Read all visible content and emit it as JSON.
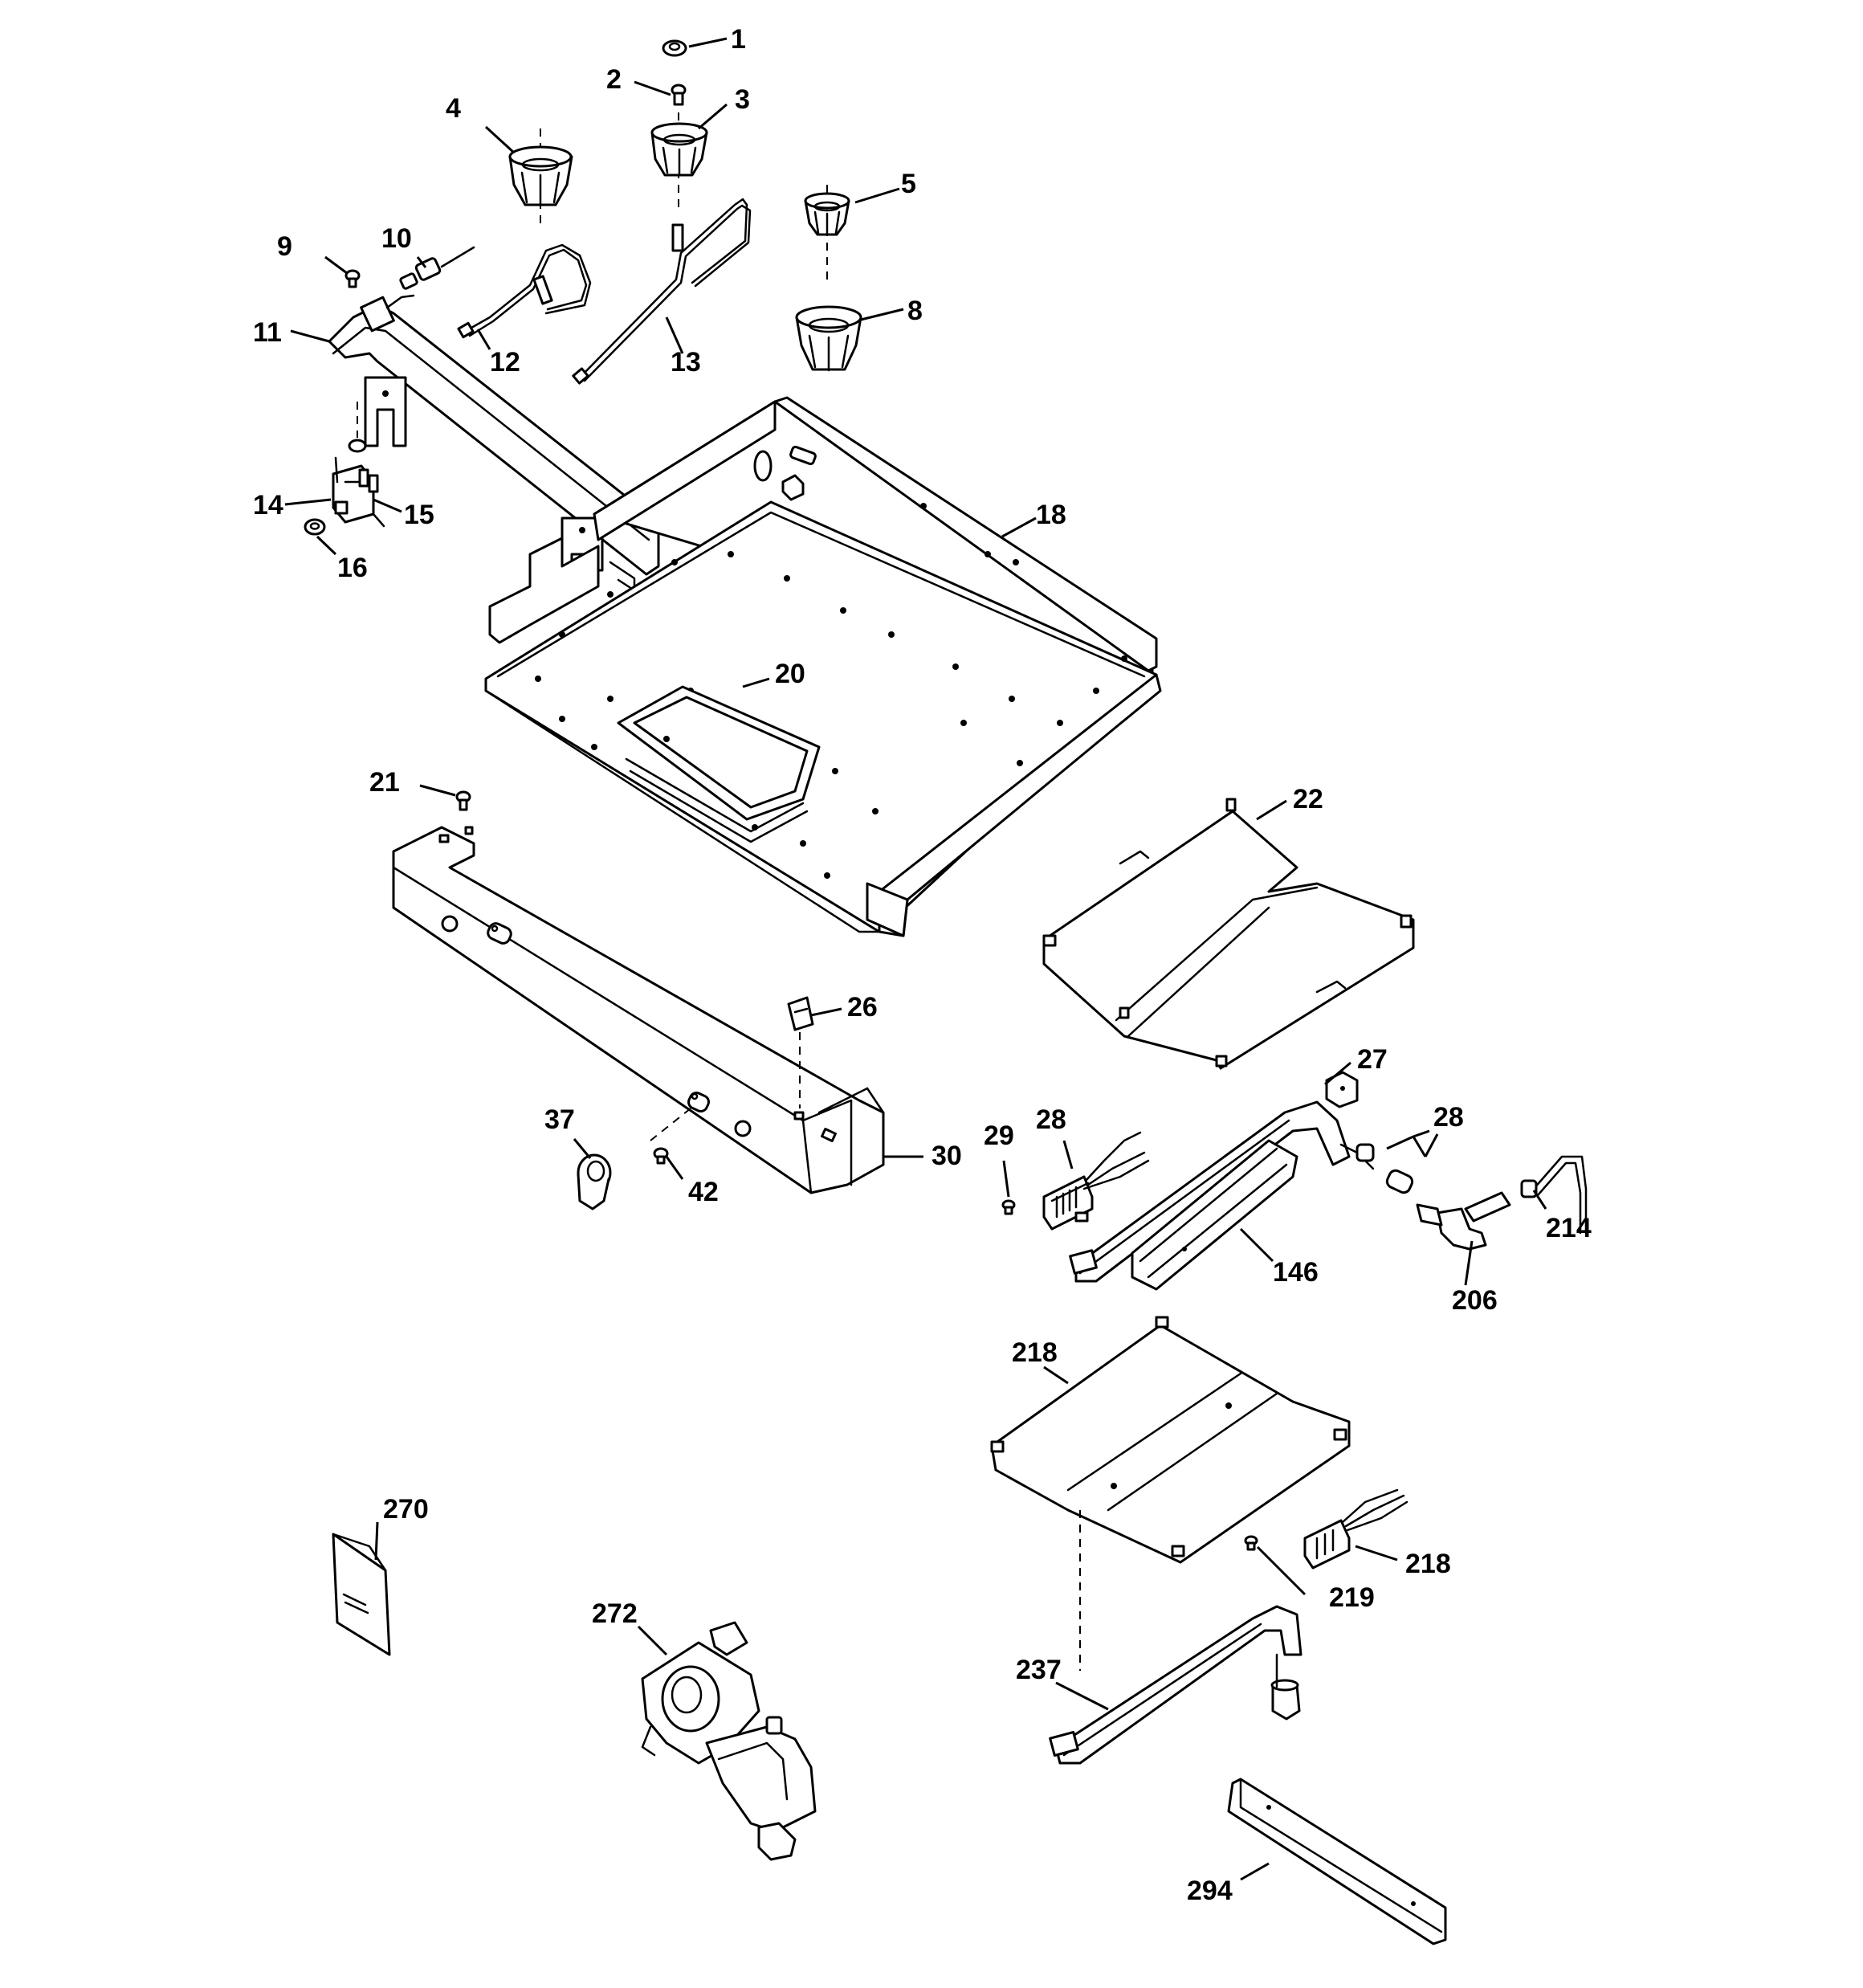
{
  "diagram": {
    "type": "exploded-parts-diagram",
    "line_color": "#000000",
    "background_color": "#ffffff",
    "callouts": [
      "1",
      "2",
      "3",
      "4",
      "5",
      "8",
      "9",
      "10",
      "11",
      "12",
      "13",
      "14",
      "15",
      "16",
      "18",
      "20",
      "21",
      "22",
      "26",
      "27",
      "28",
      "28",
      "29",
      "30",
      "37",
      "42",
      "146",
      "206",
      "214",
      "218",
      "218",
      "219",
      "237",
      "270",
      "272",
      "294"
    ]
  }
}
